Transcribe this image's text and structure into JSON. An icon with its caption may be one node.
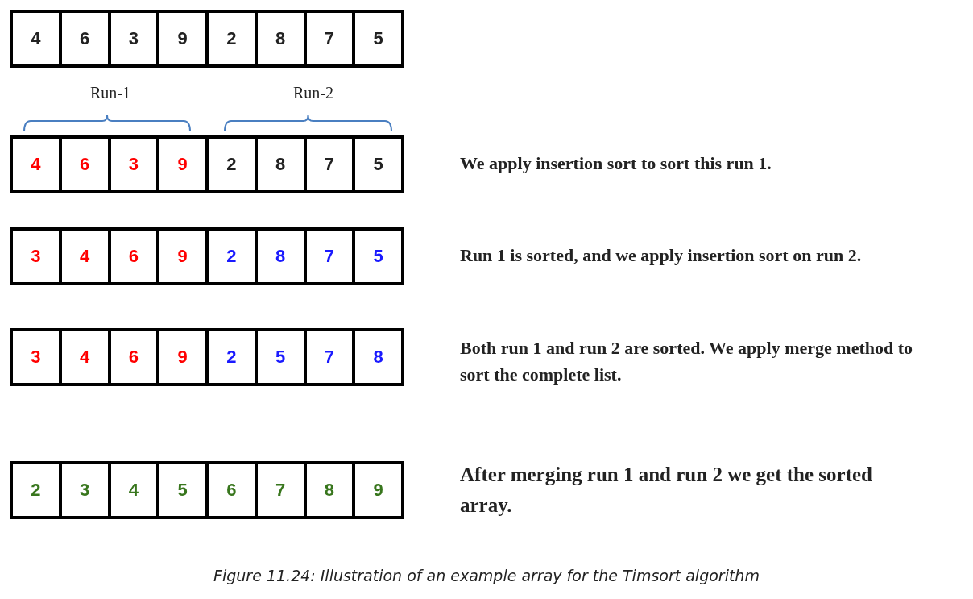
{
  "diagram": {
    "caption": "Figure 11.24: Illustration of an example array for the Timsort algorithm",
    "nodes": [
      {
        "text": [],
        "shape": "bar"
      },
      {
        "text": [
          "4"
        ],
        "in": 0
      },
      {
        "text": [
          "6"
        ],
        "in": 0
      },
      {
        "text": [
          "3"
        ],
        "in": 0
      },
      {
        "text": [
          "9"
        ],
        "in": 0
      },
      {
        "text": [
          "2"
        ],
        "in": 0
      },
      {
        "text": [
          "8"
        ],
        "in": 0
      },
      {
        "text": [
          "7"
        ],
        "in": 0
      },
      {
        "text": [
          "5"
        ],
        "in": 0
      },
      {
        "text": [],
        "shape": "bar",
        "beside": [
          "We apply insertion sort to sort this run 1."
        ]
      },
      {
        "text": [
          "4"
        ],
        "in": 9
      },
      {
        "text": [
          "6"
        ],
        "in": 9
      },
      {
        "text": [
          "3"
        ],
        "in": 9
      },
      {
        "text": [
          "9"
        ],
        "in": 9
      },
      {
        "text": [
          "2"
        ],
        "in": 9
      },
      {
        "text": [
          "8"
        ],
        "in": 9
      },
      {
        "text": [
          "7"
        ],
        "in": 9
      },
      {
        "text": [
          "5"
        ],
        "in": 9
      },
      {
        "text": [],
        "shape": "bar",
        "beside": [
          "Run 1 is sorted, and we apply insertion sort on run 2."
        ]
      },
      {
        "text": [
          "3"
        ],
        "in": 18
      },
      {
        "text": [
          "4"
        ],
        "in": 18
      },
      {
        "text": [
          "6"
        ],
        "in": 18
      },
      {
        "text": [
          "9"
        ],
        "in": 18
      },
      {
        "text": [
          "2"
        ],
        "in": 18
      },
      {
        "text": [
          "8"
        ],
        "in": 18
      },
      {
        "text": [
          "7"
        ],
        "in": 18
      },
      {
        "text": [
          "5"
        ],
        "in": 18
      },
      {
        "text": [],
        "shape": "bar",
        "beside": [
          "Both run 1 and run 2 are sorted. We apply merge method to sort the complete list."
        ]
      },
      {
        "text": [
          "3"
        ],
        "in": 27
      },
      {
        "text": [
          "4"
        ],
        "in": 27
      },
      {
        "text": [
          "6"
        ],
        "in": 27
      },
      {
        "text": [
          "9"
        ],
        "in": 27
      },
      {
        "text": [
          "2"
        ],
        "in": 27
      },
      {
        "text": [
          "5"
        ],
        "in": 27
      },
      {
        "text": [
          "7"
        ],
        "in": 27
      },
      {
        "text": [
          "8"
        ],
        "in": 27
      },
      {
        "text": [],
        "shape": "bar",
        "beside": [
          "After merging run 1 and run 2 we get the sorted array."
        ]
      },
      {
        "text": [
          "2"
        ],
        "in": 36
      },
      {
        "text": [
          "3"
        ],
        "in": 36
      },
      {
        "text": [
          "4"
        ],
        "in": 36
      },
      {
        "text": [
          "5"
        ],
        "in": 36
      },
      {
        "text": [
          "6"
        ],
        "in": 36
      },
      {
        "text": [
          "7"
        ],
        "in": 36
      },
      {
        "text": [
          "8"
        ],
        "in": 36
      },
      {
        "text": [
          "9"
        ],
        "in": 36
      }
    ],
    "labels": [
      "Run-1",
      "Run-2"
    ]
  }
}
